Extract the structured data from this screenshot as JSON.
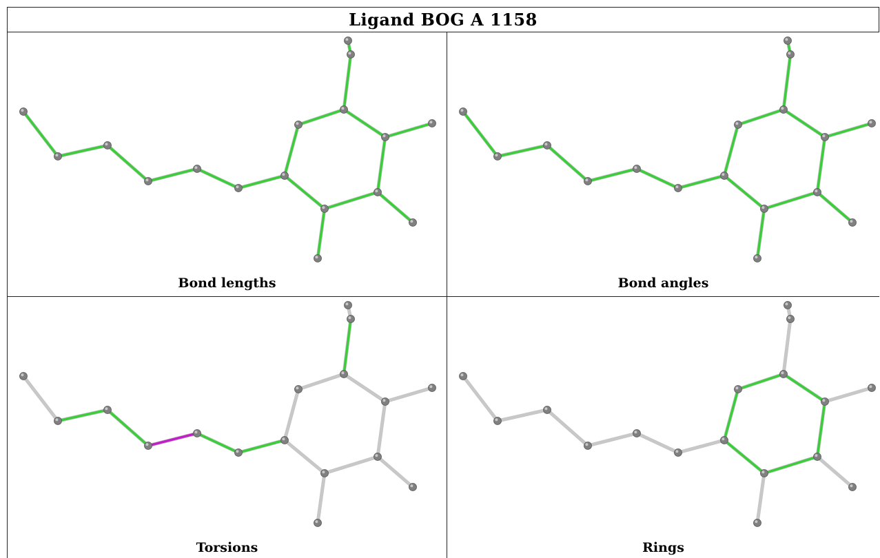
{
  "title": "Ligand BOG A 1158",
  "panels": [
    {
      "caption": "Bond lengths"
    },
    {
      "caption": "Bond angles"
    },
    {
      "caption": "Torsions"
    },
    {
      "caption": "Rings"
    }
  ],
  "colors": {
    "ok_bond": "#3ccc3c",
    "grey_bond": "#c8c8c8",
    "outlier_bond": "#c020c8",
    "atom": "#808080"
  }
}
